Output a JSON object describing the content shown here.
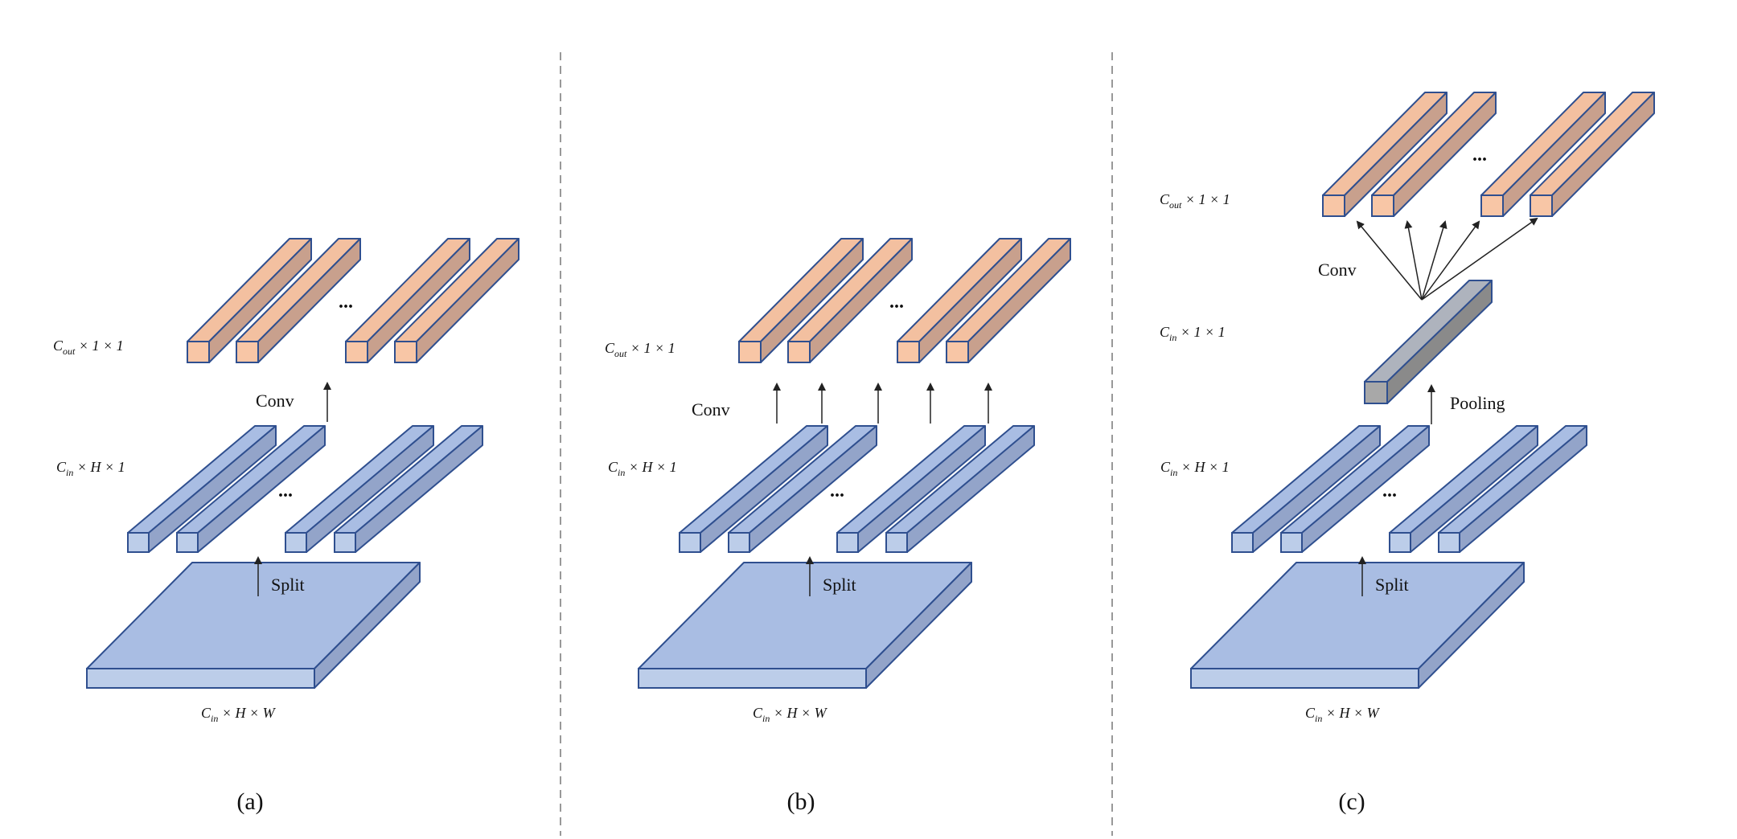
{
  "colors": {
    "blue_front": "#bccde9",
    "blue_top": "#a9bde3",
    "blue_side": "#93a4c9",
    "blue_stroke": "#2f4f8f",
    "orange_front": "#f8c6a6",
    "orange_top": "#f3c0a0",
    "orange_side": "#c8a08d",
    "orange_stroke": "#2f4f8f",
    "gray_front": "#a8a8a8",
    "gray_top": "#aeb3bd",
    "gray_side": "#8a8a8a",
    "divider": "#999999",
    "arrow": "#222222"
  },
  "panels": [
    {
      "id": "a",
      "caption": "(a)",
      "input_label": {
        "main": "C",
        "sub": "in",
        "rest": " × H × W"
      },
      "split_label": "Split",
      "mid_label": {
        "main": "C",
        "sub": "in",
        "rest": " × H × 1"
      },
      "conv_label": "Conv",
      "out_label": {
        "main": "C",
        "sub": "out",
        "rest": " × 1 × 1"
      },
      "ellipsis_mid": "...",
      "ellipsis_out": "..."
    },
    {
      "id": "b",
      "caption": "(b)",
      "input_label": {
        "main": "C",
        "sub": "in",
        "rest": " × H × W"
      },
      "split_label": "Split",
      "mid_label": {
        "main": "C",
        "sub": "in",
        "rest": " × H × 1"
      },
      "conv_label": "Conv",
      "out_label": {
        "main": "C",
        "sub": "out",
        "rest": " × 1 × 1"
      },
      "ellipsis_mid": "...",
      "ellipsis_out": "..."
    },
    {
      "id": "c",
      "caption": "(c)",
      "input_label": {
        "main": "C",
        "sub": "in",
        "rest": " × H × W"
      },
      "split_label": "Split",
      "mid_label": {
        "main": "C",
        "sub": "in",
        "rest": " × H × 1"
      },
      "pool_label": "Pooling",
      "pooled_label": {
        "main": "C",
        "sub": "in",
        "rest": " × 1 × 1"
      },
      "conv_label": "Conv",
      "out_label": {
        "main": "C",
        "sub": "out",
        "rest": " × 1 × 1"
      },
      "ellipsis_mid": "...",
      "ellipsis_out": "..."
    }
  ]
}
